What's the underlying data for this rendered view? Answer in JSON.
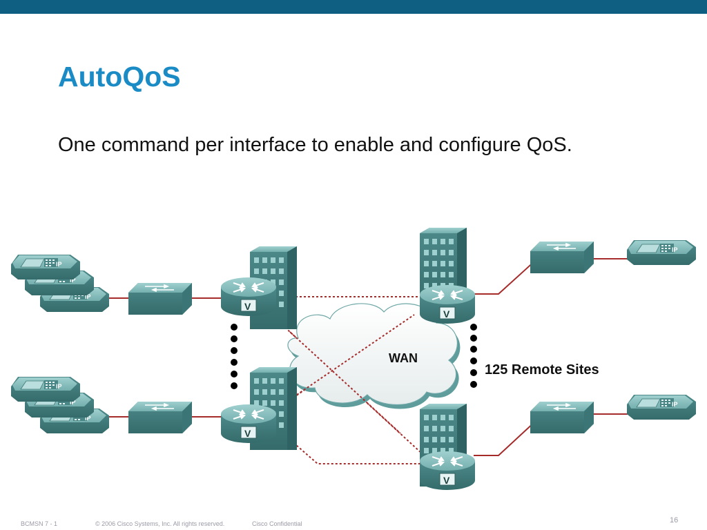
{
  "slide": {
    "title": "AutoQoS",
    "body": "One command per interface to enable and configure QoS."
  },
  "diagram": {
    "wan_label": "WAN",
    "remote_sites_label": "125 Remote Sites",
    "phone_label": "IP",
    "router_label": "V"
  },
  "footer": {
    "course": "BCMSN 7 - 1",
    "copyright": "© 2006 Cisco Systems, Inc. All rights reserved.",
    "confidential": "Cisco Confidential",
    "page": "16"
  },
  "colors": {
    "header_bar": "#0e5f82",
    "title": "#1a8bc4",
    "device_teal": "#5f9c9c",
    "link_red": "#a52a2a"
  }
}
